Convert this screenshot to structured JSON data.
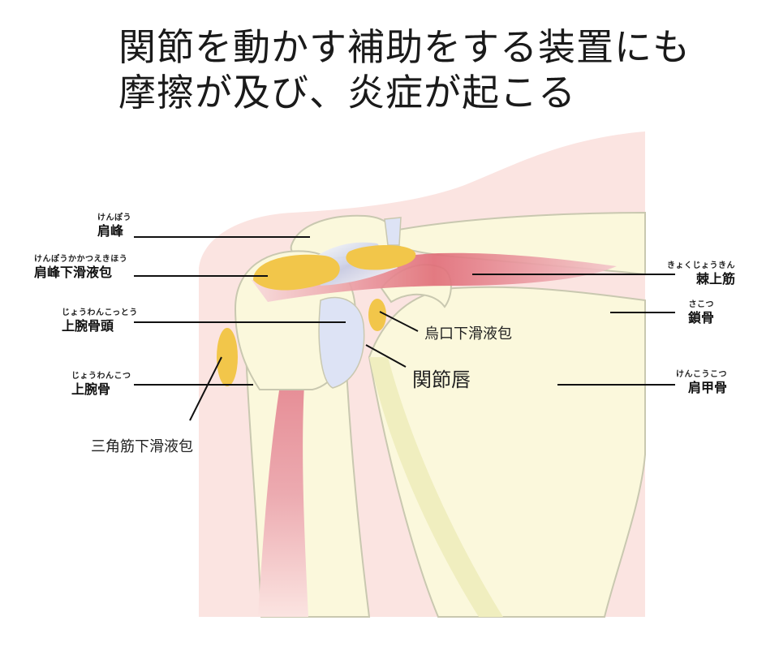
{
  "title": {
    "line1": "関節を動かす補助をする装置にも",
    "line2": "摩擦が及び、炎症が起こる"
  },
  "labels": {
    "acromion": {
      "ruby": "けんぽう",
      "text": "肩峰"
    },
    "subacromial_bursa": {
      "ruby": "けんぽうかかつえきほう",
      "text": "肩峰下滑液包"
    },
    "humeral_head": {
      "ruby": "じょうわんこっとう",
      "text": "上腕骨頭"
    },
    "humerus": {
      "ruby": "じょうわんこつ",
      "text": "上腕骨"
    },
    "supraspinatus": {
      "ruby": "きょくじょうきん",
      "text": "棘上筋"
    },
    "clavicle": {
      "ruby": "さこつ",
      "text": "鎖骨"
    },
    "scapula": {
      "ruby": "けんこうこつ",
      "text": "肩甲骨"
    },
    "subcoracoid_bursa": "烏口下滑液包",
    "glenoid_labrum": "関節唇",
    "subdeltoid_bursa": "三角筋下滑液包"
  },
  "colors": {
    "skin": "#fbe4e1",
    "bone": "#fbf8dc",
    "bone_edge": "#c9c8b0",
    "cartilage": "#dde3f5",
    "bursa": "#f2c64a",
    "muscle": "#e0707a",
    "line": "#111111"
  }
}
